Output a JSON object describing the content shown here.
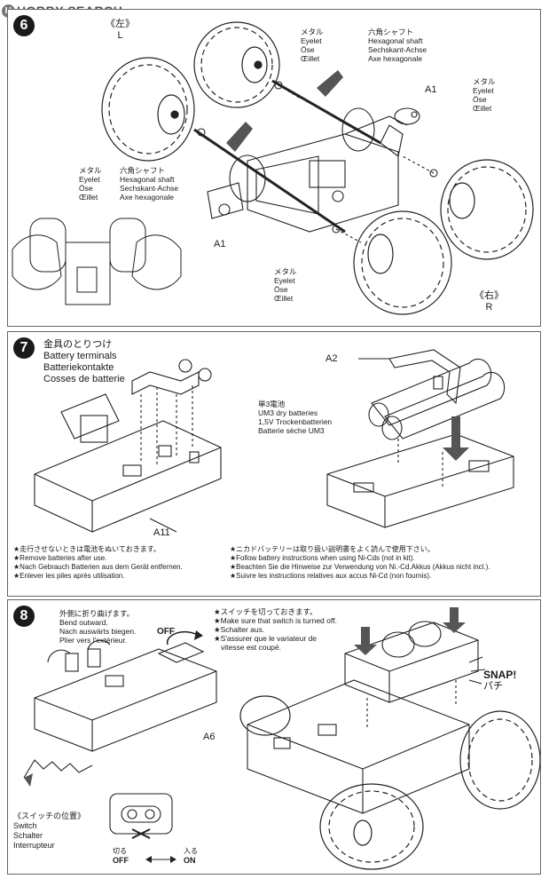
{
  "watermark": "HOBBY SEARCH",
  "step6": {
    "number": "6",
    "left_marker": {
      "jp": "《左》",
      "en": "L"
    },
    "right_marker": {
      "jp": "《右》",
      "en": "R"
    },
    "eyelet_top": [
      "メタル",
      "Eyelet",
      "Öse",
      "Œillet"
    ],
    "shaft_top": [
      "六角シャフト",
      "Hexagonal shaft",
      "Sechskant-Achse",
      "Axe hexagonale"
    ],
    "eyelet_right": [
      "メタル",
      "Eyelet",
      "Öse",
      "Œillet"
    ],
    "eyelet_left": [
      "メタル",
      "Eyelet",
      "Öse",
      "Œillet"
    ],
    "shaft_left": [
      "六角シャフト",
      "Hexagonal shaft",
      "Sechskant-Achse",
      "Axe hexagonale"
    ],
    "eyelet_bottom": [
      "メタル",
      "Eyelet",
      "Öse",
      "Œillet"
    ],
    "part_a1_top": "A1",
    "part_a1_bottom": "A1"
  },
  "step7": {
    "number": "7",
    "battery_terminals": [
      "金具のとりつけ",
      "Battery terminals",
      "Batteriekontakte",
      "Cosses de batterie"
    ],
    "batteries": [
      "単3電池",
      "UM3 dry batteries",
      "1,5V Trockenbatterien",
      "Batterie sèche UM3"
    ],
    "part_a2": "A2",
    "part_a11": "A11",
    "note_left": [
      "★走行させないときは電池をぬいておきます。",
      "★Remove batteries after use.",
      "★Nach Gebrauch Batterien aus dem Gerät entfernen.",
      "★Enlever les piles après utilisation."
    ],
    "note_right": [
      "★ニカドバッテリーは取り扱い説明書をよく読んで使用下さい。",
      "★Follow battery instructions when using Ni-Cds (not in kit).",
      "★Beachten Sie die Hinweise zur Verwendung von Ni.-Cd.Akkus (Akkus nicht incl.).",
      "★Suivre les instructions relatives aux accus Ni-Cd (non fournis)."
    ]
  },
  "step8": {
    "number": "8",
    "bend": [
      "外側に折り曲げます。",
      "Bend outward.",
      "Nach auswärts biegen.",
      "Plier vers l'extérieur."
    ],
    "off_label": "OFF",
    "switch_note": [
      "★スイッチを切っておきます。",
      "★Make sure that switch is turned off.",
      "★Schalter aus.",
      "★S'assurer que le variateur de",
      "vitesse est coupé."
    ],
    "snap": "SNAP!",
    "snap_jp": "パチ",
    "part_a6": "A6",
    "switch_position": [
      "《スイッチの位置》",
      "Switch",
      "Schalter",
      "Interrupteur"
    ],
    "off_jp": "切る",
    "on_jp": "入る",
    "off_en": "OFF",
    "on_en": "ON"
  }
}
